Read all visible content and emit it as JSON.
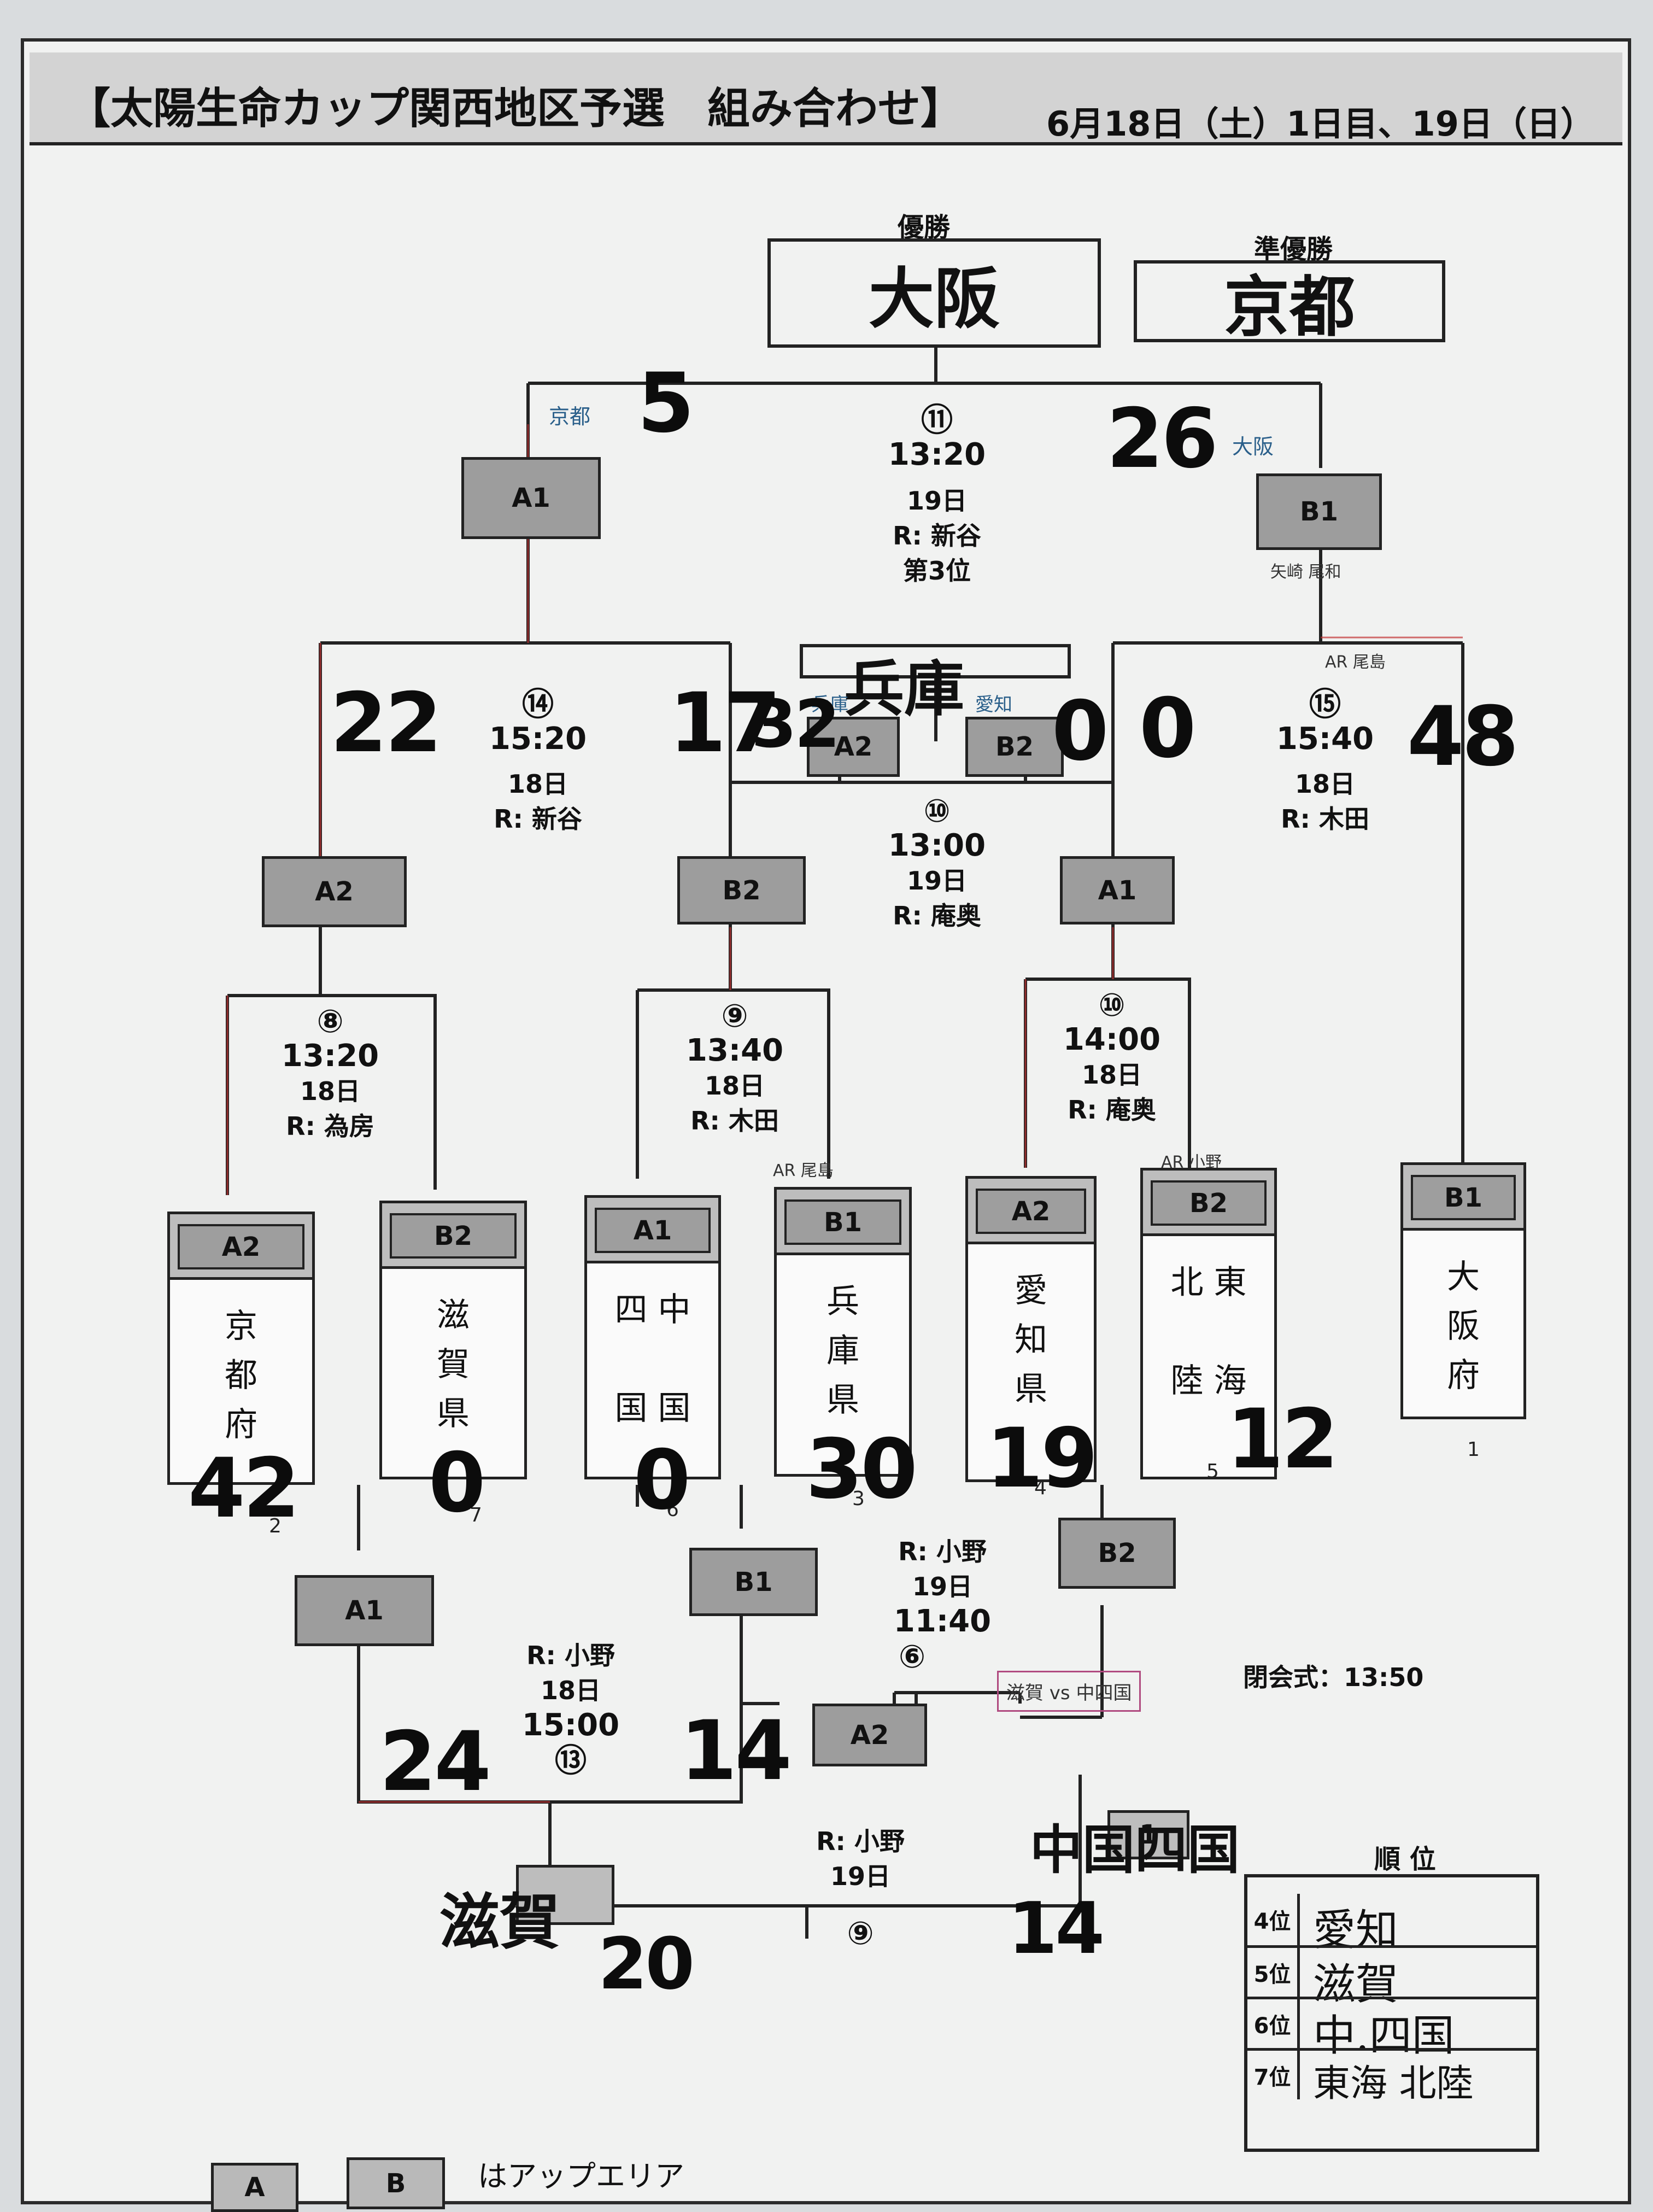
{
  "header": {
    "title": "【太陽生命カップ関西地区予選　組み合わせ】",
    "dates": "6月18日（土）1日目、19日（日）"
  },
  "results": {
    "winner_label": "優勝",
    "winner": "大阪",
    "runner_up_label": "準優勝",
    "runner_up": "京都",
    "third_label": "第3位",
    "third": "兵庫"
  },
  "matches": {
    "m11": {
      "no": "⑪",
      "time": "13:20",
      "day": "19日",
      "ref": "R: 新谷"
    },
    "m14": {
      "no": "⑭",
      "time": "15:20",
      "day": "18日",
      "ref": "R: 新谷"
    },
    "m15": {
      "no": "⑮",
      "time": "15:40",
      "day": "18日",
      "ref": "R: 木田"
    },
    "m10_third": {
      "no": "⑩",
      "time": "13:00",
      "day": "19日",
      "ref": "R: 庵奥"
    },
    "m8": {
      "no": "⑧",
      "time": "13:20",
      "day": "18日",
      "ref": "R: 為房"
    },
    "m9": {
      "no": "⑨",
      "time": "13:40",
      "day": "18日",
      "ref": "R: 木田"
    },
    "m10": {
      "no": "⑩",
      "time": "14:00",
      "day": "18日",
      "ref": "R: 庵奥"
    },
    "m13": {
      "no": "⑬",
      "time": "15:00",
      "day": "18日",
      "ref": "R: 小野"
    },
    "m6": {
      "no": "⑥",
      "time": "11:40",
      "day": "19日",
      "ref": "R: 小野"
    },
    "m9b": {
      "no": "⑨",
      "day": "19日",
      "ref": "R: 小野"
    }
  },
  "seeds": {
    "final_left": "A1",
    "final_right": "B1",
    "sf_left_a": "A2",
    "sf_left_b": "B2",
    "sf_right_a": "A1",
    "third_a": "A2",
    "third_b": "B2",
    "lower_a1": "A1",
    "lower_b1": "B1",
    "lower_b2": "B2",
    "lower_a2": "A2",
    "lower_c": "1"
  },
  "teams": [
    {
      "head": "A2",
      "name": "京\n都\n府",
      "pos": "2"
    },
    {
      "head": "B2",
      "name": "滋\n賀\n県",
      "pos": "7"
    },
    {
      "head": "A1",
      "name": "四 中\n\n国 国",
      "pos": "6"
    },
    {
      "head": "B1",
      "name": "兵\n庫\n県",
      "pos": "3"
    },
    {
      "head": "A2",
      "name": "愛\n知\n県",
      "pos": "4"
    },
    {
      "head": "B2",
      "name": "北 東\n\n陸 海",
      "pos": "5"
    },
    {
      "head": "B1",
      "name": "大\n阪\n府",
      "pos": "1"
    }
  ],
  "scores": {
    "final_left": "5",
    "final_right": "26",
    "sf_left_l": "22",
    "sf_left_r": "17",
    "third_l": "32",
    "third_r": "0",
    "sf_right_l": "0",
    "sf_right_r": "48",
    "t_kyoto": "42",
    "t_shiga": "0",
    "t_chugoku": "0",
    "t_hyogo": "30",
    "t_aichi": "19",
    "t_hokuriku": "12",
    "m13_l": "24",
    "m13_r": "14",
    "m9b_l": "20",
    "m9b_r": "14"
  },
  "notes": {
    "final_left_note": "京都",
    "final_right_note": "大阪",
    "b1_note": "矢崎 尾和",
    "third_team_l": "兵庫",
    "third_team_r": "愛知",
    "ar1": "AR 尾島",
    "ar2": "AR 尾島",
    "ar3": "AR 小野",
    "m6_note": "滋賀 vs 中四国",
    "lower_left_team": "滋賀",
    "lower_right_team": "中国四国",
    "closing": "閉会式：13:50"
  },
  "ranking": {
    "title": "順 位",
    "rows": [
      {
        "pos": "4位",
        "team": "愛知"
      },
      {
        "pos": "5位",
        "team": "滋賀"
      },
      {
        "pos": "6位",
        "team": "中.四国"
      },
      {
        "pos": "7位",
        "team": "東海 北陸"
      }
    ]
  },
  "legend": {
    "a": "A",
    "b": "B",
    "text": "はアップエリア"
  }
}
